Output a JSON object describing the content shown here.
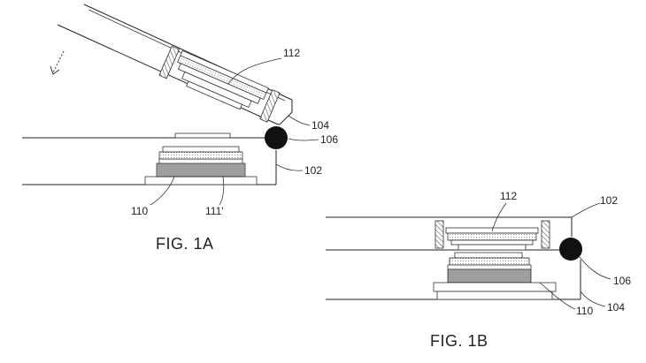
{
  "fig_1a": {
    "caption": "FIG. 1A",
    "refs": {
      "r112": "112",
      "r104": "104",
      "r106": "106",
      "r102": "102",
      "r110": "110",
      "r111": "111'"
    }
  },
  "fig_1b": {
    "caption": "FIG. 1B",
    "refs": {
      "r112": "112",
      "r102": "102",
      "r106": "106",
      "r110": "110",
      "r104": "104"
    }
  }
}
